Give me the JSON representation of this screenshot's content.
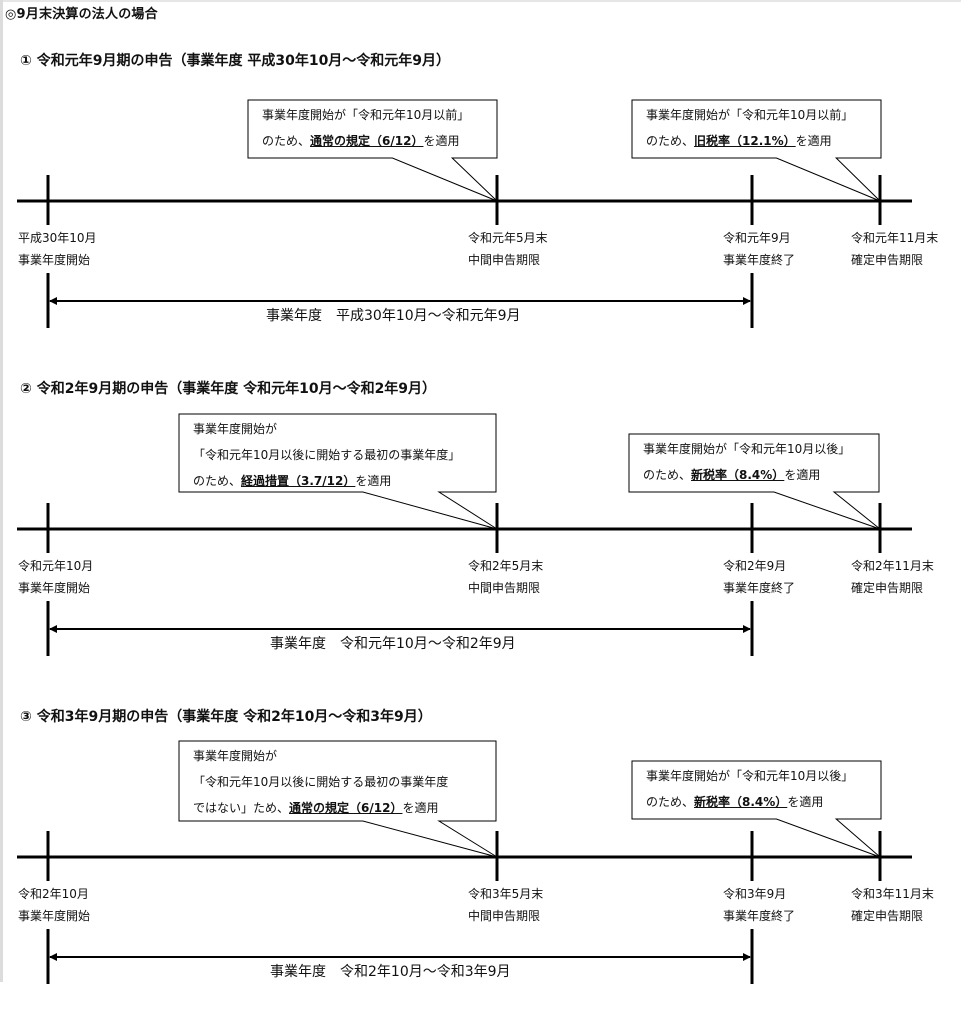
{
  "page_title": "◎9月末決算の法人の場合",
  "sections": [
    {
      "title": "① 令和元年9月期の申告（事業年度 平成30年10月～令和元年9月）",
      "callout_left": {
        "lines": [
          "事業年度開始が「令和元年10月以前」"
        ],
        "last_prefix": "のため、",
        "emphasis": "通常の規定（6/12）",
        "suffix": "を適用"
      },
      "callout_right": {
        "lines": [
          "事業年度開始が「令和元年10月以前」"
        ],
        "last_prefix": "のため、",
        "emphasis": "旧税率（12.1%）",
        "suffix": "を適用"
      },
      "milestones": [
        {
          "date": "平成30年10月",
          "event": "事業年度開始"
        },
        {
          "date": "令和元年5月末",
          "event": "中間申告期限"
        },
        {
          "date": "令和元年9月",
          "event": "事業年度終了"
        },
        {
          "date": "令和元年11月末",
          "event": "確定申告期限"
        }
      ],
      "span_label": "事業年度　平成30年10月～令和元年9月"
    },
    {
      "title": "② 令和2年9月期の申告（事業年度 令和元年10月～令和2年9月）",
      "callout_left": {
        "lines": [
          "事業年度開始が",
          "「令和元年10月以後に開始する最初の事業年度」"
        ],
        "last_prefix": "のため、",
        "emphasis": "経過措置（3.7/12）",
        "suffix": "を適用"
      },
      "callout_right": {
        "lines": [
          "事業年度開始が「令和元年10月以後」"
        ],
        "last_prefix": "のため、",
        "emphasis": "新税率（8.4%）",
        "suffix": "を適用"
      },
      "milestones": [
        {
          "date": "令和元年10月",
          "event": "事業年度開始"
        },
        {
          "date": "令和2年5月末",
          "event": "中間申告期限"
        },
        {
          "date": "令和2年9月",
          "event": "事業年度終了"
        },
        {
          "date": "令和2年11月末",
          "event": "確定申告期限"
        }
      ],
      "span_label": "事業年度　令和元年10月～令和2年9月"
    },
    {
      "title": "③ 令和3年9月期の申告（事業年度 令和2年10月～令和3年9月）",
      "callout_left": {
        "lines": [
          "事業年度開始が",
          "「令和元年10月以後に開始する最初の事業年度"
        ],
        "last_prefix": "ではない」ため、",
        "emphasis": "通常の規定（6/12）",
        "suffix": "を適用"
      },
      "callout_right": {
        "lines": [
          "事業年度開始が「令和元年10月以後」"
        ],
        "last_prefix": "のため、",
        "emphasis": "新税率（8.4%）",
        "suffix": "を適用"
      },
      "milestones": [
        {
          "date": "令和2年10月",
          "event": "事業年度開始"
        },
        {
          "date": "令和3年5月末",
          "event": "中間申告期限"
        },
        {
          "date": "令和3年9月",
          "event": "事業年度終了"
        },
        {
          "date": "令和3年11月末",
          "event": "確定申告期限"
        }
      ],
      "span_label": "事業年度　令和2年10月～令和3年9月"
    }
  ]
}
